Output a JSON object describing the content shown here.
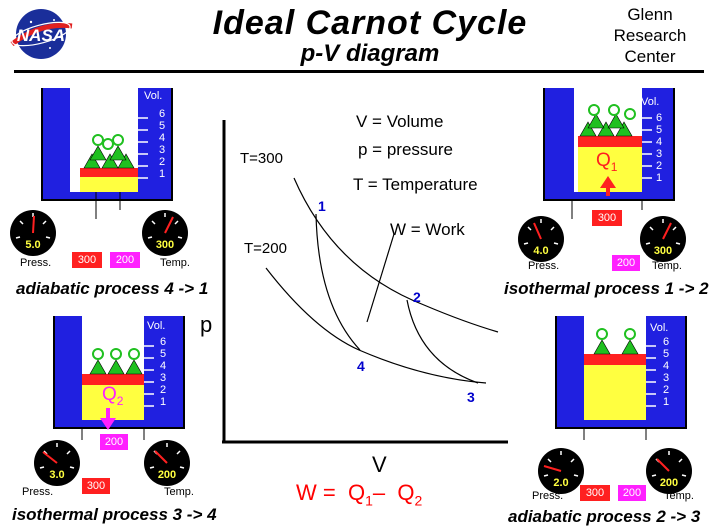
{
  "header": {
    "logo_text": "NASA",
    "title": "Ideal Carnot Cycle",
    "subtitle": "p-V diagram",
    "center_lines": [
      "Glenn",
      "Research",
      "Center"
    ]
  },
  "legend": {
    "volume": "V = Volume",
    "pressure": "p = pressure",
    "temperature": "T = Temperature",
    "work": "W = Work"
  },
  "diagram": {
    "y_axis_label": "p",
    "x_axis_label": "V",
    "isotherm_hot": "T=300",
    "isotherm_cold": "T=200",
    "points": [
      "1",
      "2",
      "3",
      "4"
    ]
  },
  "formula": {
    "w": "W =",
    "q": "Q",
    "sub1": "1",
    "minus": "–",
    "sub2": "2"
  },
  "panels": {
    "top_left": {
      "caption": "adiabatic process 4 -> 1",
      "vol_label": "Vol.",
      "scale": [
        "6",
        "5",
        "4",
        "3",
        "2",
        "1"
      ],
      "gauge_pressure": "5.0",
      "gauge_temp": "300",
      "press_label": "Press.",
      "temp_label": "Temp.",
      "badge_hot": "300",
      "badge_cold": "200"
    },
    "top_right": {
      "caption": "isothermal process 1 -> 2",
      "vol_label": "Vol.",
      "scale": [
        "6",
        "5",
        "4",
        "3",
        "2",
        "1"
      ],
      "heat_label": "Q",
      "heat_sub": "1",
      "source_temp": "300",
      "gauge_pressure": "4.0",
      "gauge_temp": "300",
      "press_label": "Press.",
      "temp_label": "Temp.",
      "badge_cold": "200"
    },
    "bottom_left": {
      "caption": "isothermal process 3 -> 4",
      "vol_label": "Vol.",
      "scale": [
        "6",
        "5",
        "4",
        "3",
        "2",
        "1"
      ],
      "heat_label": "Q",
      "heat_sub": "2",
      "sink_temp": "200",
      "gauge_pressure": "3.0",
      "gauge_temp": "200",
      "press_label": "Press.",
      "temp_label": "Temp.",
      "badge_hot": "300"
    },
    "bottom_right": {
      "caption": "adiabatic process 2 -> 3",
      "vol_label": "Vol.",
      "scale": [
        "6",
        "5",
        "4",
        "3",
        "2",
        "1"
      ],
      "gauge_pressure": "2.0",
      "gauge_temp": "200",
      "press_label": "Press.",
      "temp_label": "Temp.",
      "badge_hot": "300",
      "badge_cold": "200"
    }
  },
  "colors": {
    "cylinder": "#2020e0",
    "gas": "#ffff40",
    "piston": "#ff2020",
    "weights": "#20c020",
    "heat_in": "#ff2020",
    "heat_out": "#ff20ff",
    "points": "#0000cc"
  }
}
